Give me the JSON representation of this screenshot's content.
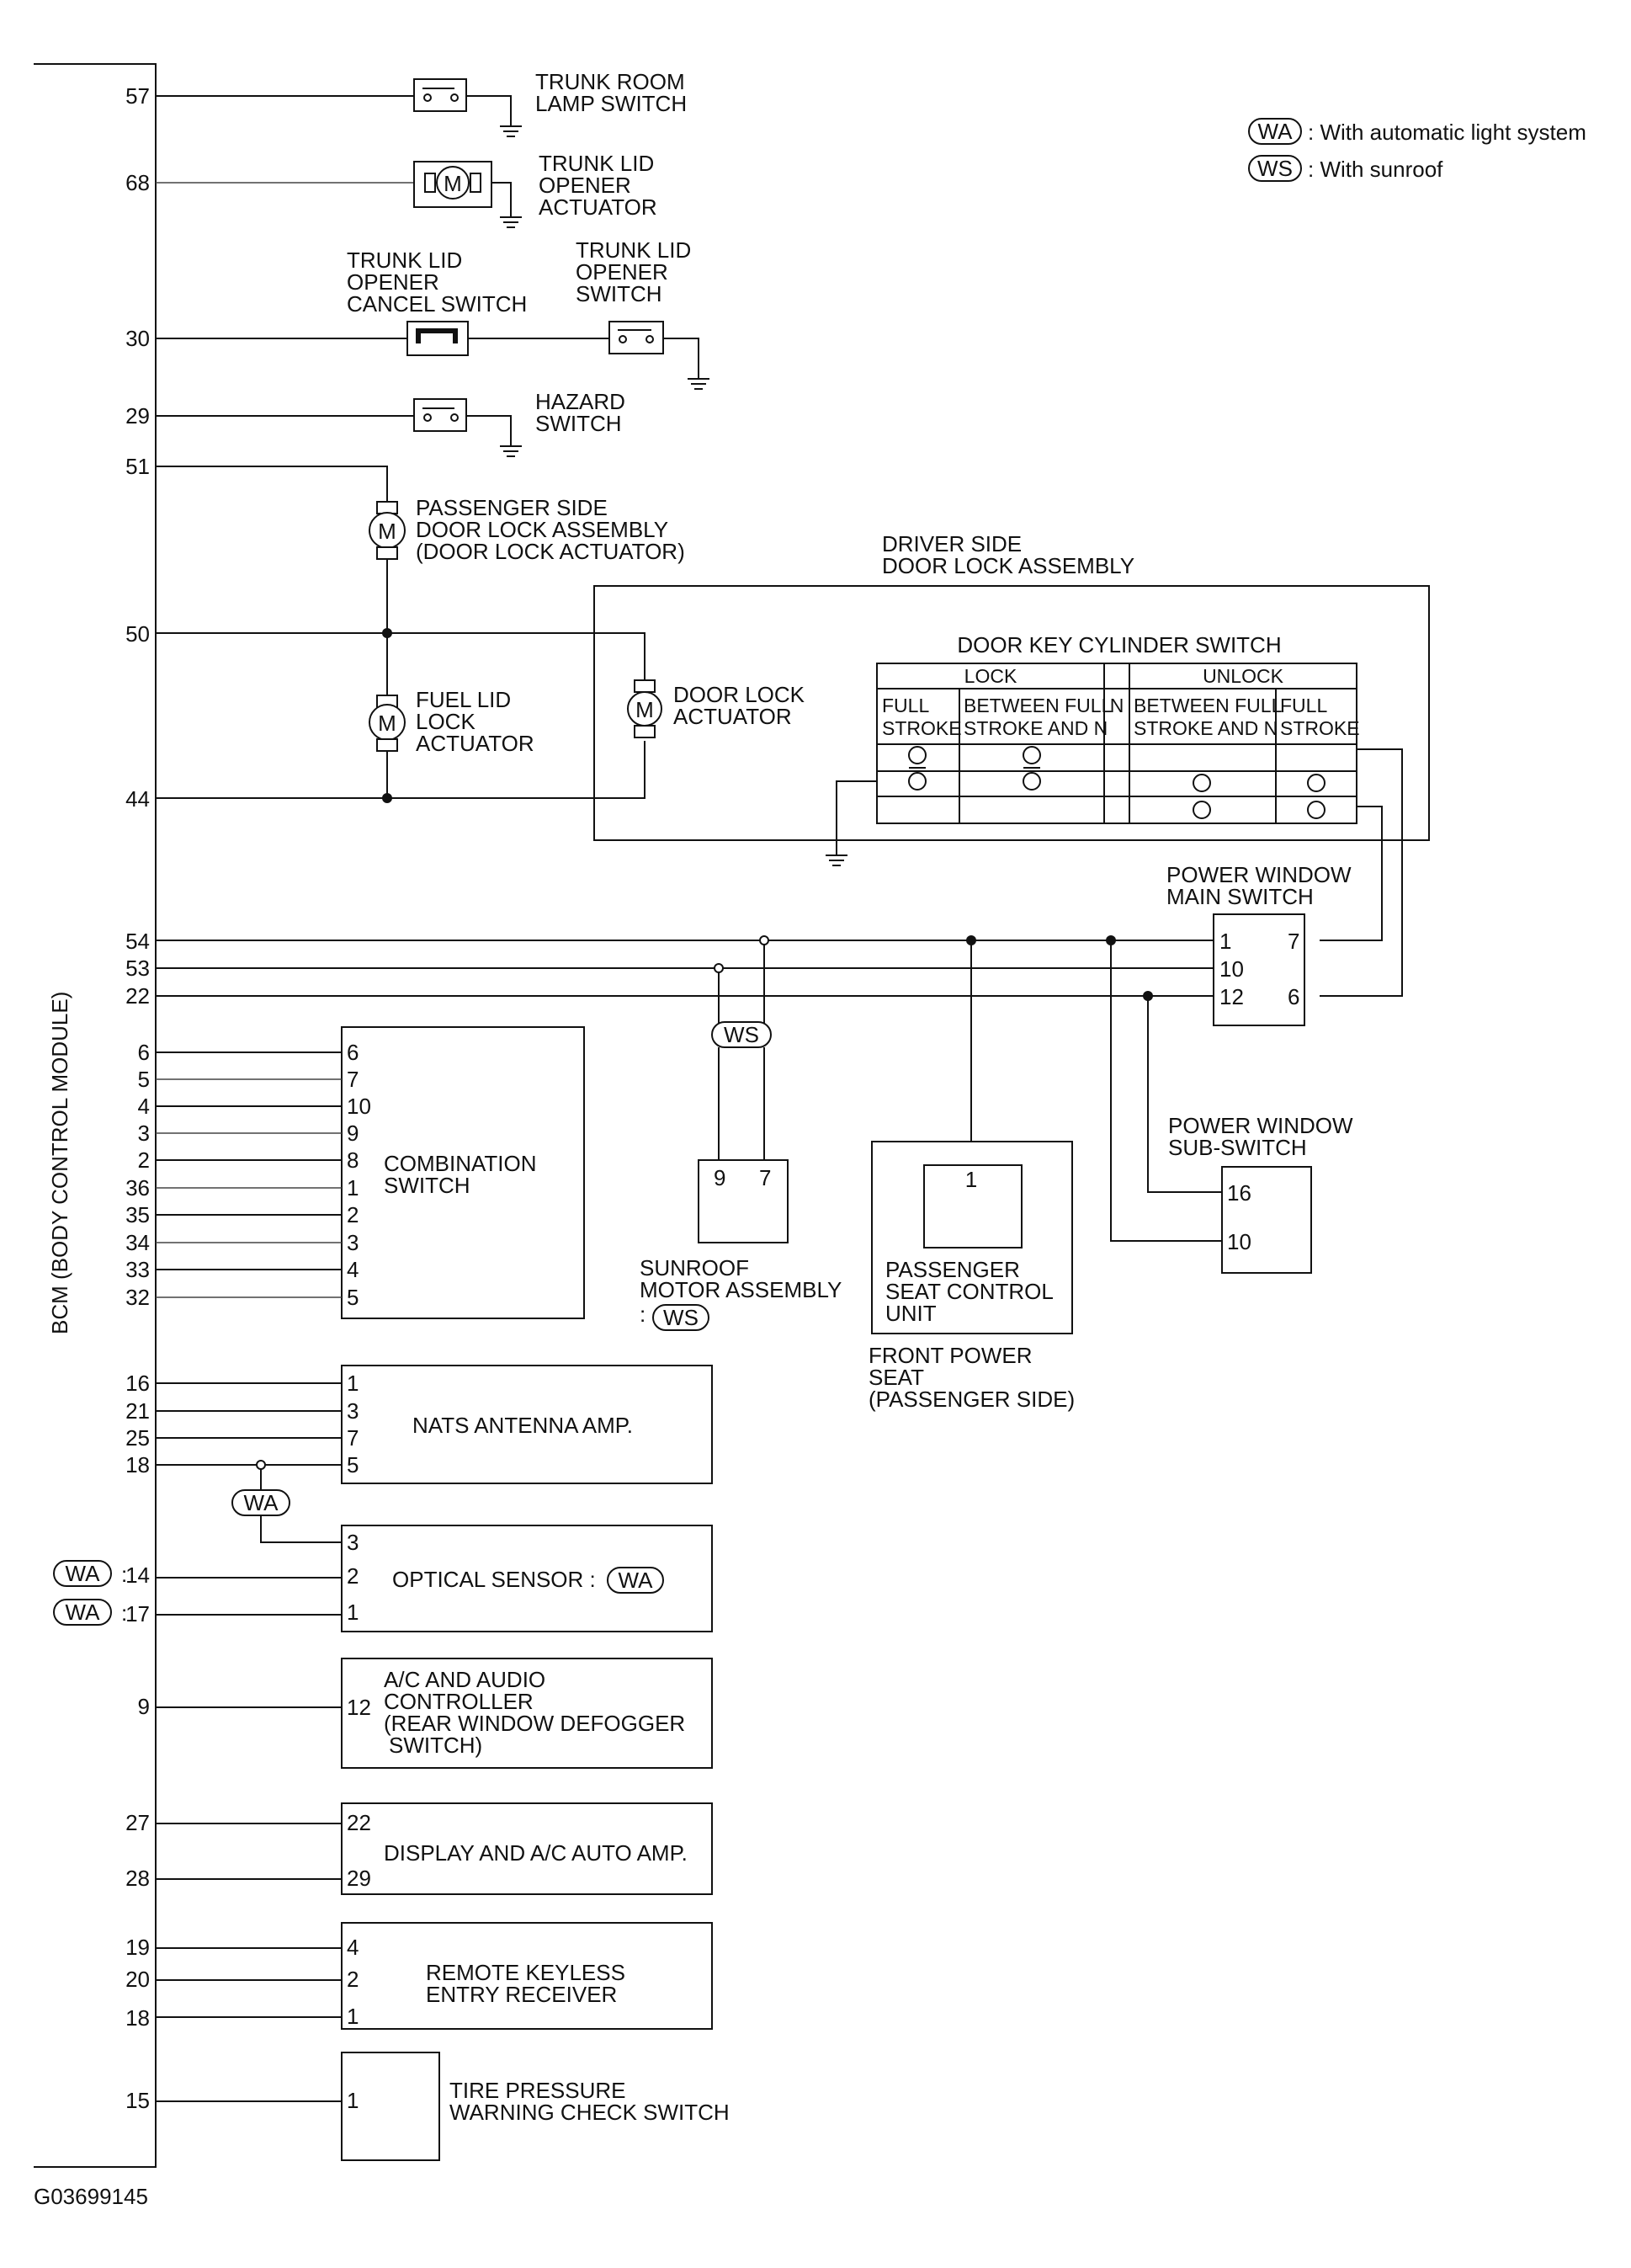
{
  "bcm_label": "BCM (BODY CONTROL MODULE)",
  "figure_code": "G03699145",
  "legend": [
    {
      "tag": "WA",
      "text": ": With automatic light system"
    },
    {
      "tag": "WS",
      "text": ": With sunroof"
    }
  ],
  "trunk_room_lamp_switch": {
    "pin": "57",
    "lines": [
      "TRUNK ROOM",
      "LAMP SWITCH"
    ]
  },
  "trunk_lid_opener_actuator": {
    "pin": "68",
    "lines": [
      "TRUNK LID",
      "OPENER",
      "ACTUATOR"
    ]
  },
  "trunk_lid_opener_cancel_switch": {
    "pin": "30",
    "lines": [
      "TRUNK LID",
      "OPENER",
      "CANCEL SWITCH"
    ]
  },
  "trunk_lid_opener_switch": {
    "lines": [
      "TRUNK LID",
      "OPENER",
      "SWITCH"
    ]
  },
  "hazard_switch": {
    "pin": "29",
    "lines": [
      "HAZARD",
      "SWITCH"
    ]
  },
  "passenger_door_lock": {
    "pin": "51",
    "lines": [
      "PASSENGER SIDE",
      "DOOR LOCK ASSEMBLY",
      "(DOOR LOCK ACTUATOR)"
    ]
  },
  "fuel_lid_lock_actuator": {
    "lines": [
      "FUEL LID",
      "LOCK",
      "ACTUATOR"
    ]
  },
  "pins_50_44": {
    "p50": "50",
    "p44": "44"
  },
  "driver_side_door_lock": {
    "lines": [
      "DRIVER SIDE",
      "DOOR LOCK ASSEMBLY"
    ],
    "actuator_lines": [
      "DOOR LOCK",
      "ACTUATOR"
    ],
    "key_switch_title": "DOOR KEY CYLINDER SWITCH",
    "lock": "LOCK",
    "unlock": "UNLOCK",
    "n": "N",
    "col_full_stroke": [
      "FULL",
      "STROKE"
    ],
    "col_between": [
      "BETWEEN FULL",
      "STROKE AND N"
    ]
  },
  "power_window_main_switch": {
    "lines": [
      "POWER WINDOW",
      "MAIN SWITCH"
    ],
    "bcm_pins": [
      "54",
      "53",
      "22"
    ],
    "left_pins": [
      "1",
      "10",
      "12"
    ],
    "right_pins": [
      "7",
      "6"
    ]
  },
  "sunroof_motor": {
    "lines": [
      "SUNROOF",
      "MOTOR ASSEMBLY"
    ],
    "prefix": ":",
    "tag": "WS",
    "pins": [
      "9",
      "7"
    ],
    "wire_tag": "WS"
  },
  "passenger_seat": {
    "unit_lines": [
      "PASSENGER",
      "SEAT CONTROL",
      "UNIT"
    ],
    "pin": "1",
    "lines": [
      "FRONT POWER",
      "SEAT",
      "(PASSENGER SIDE)"
    ]
  },
  "power_window_sub_switch": {
    "lines": [
      "POWER WINDOW",
      "SUB-SWITCH"
    ],
    "pins": [
      "16",
      "10"
    ]
  },
  "combination_switch": {
    "lines": [
      "COMBINATION",
      "SWITCH"
    ],
    "bcm_pins": [
      "6",
      "5",
      "4",
      "3",
      "2",
      "36",
      "35",
      "34",
      "33",
      "32"
    ],
    "pins": [
      "6",
      "7",
      "10",
      "9",
      "8",
      "1",
      "2",
      "3",
      "4",
      "5"
    ]
  },
  "nats": {
    "label": "NATS ANTENNA AMP.",
    "bcm_pins": [
      "16",
      "21",
      "25",
      "18"
    ],
    "pins": [
      "1",
      "3",
      "7",
      "5"
    ]
  },
  "optical_sensor": {
    "label": "OPTICAL SENSOR :",
    "tag": "WA",
    "wire_tag": "WA",
    "bcm_pins": [
      "14",
      "17"
    ],
    "bcm_tag": "WA",
    "pins": [
      "3",
      "2",
      "1"
    ]
  },
  "ac_audio": {
    "bcm_pin": "9",
    "pin": "12",
    "lines": [
      "A/C AND AUDIO",
      "CONTROLLER",
      "(REAR WINDOW DEFOGGER",
      "SWITCH)"
    ]
  },
  "display_ac": {
    "label": "DISPLAY AND A/C AUTO AMP.",
    "bcm_pins": [
      "27",
      "28"
    ],
    "pins": [
      "22",
      "29"
    ]
  },
  "rke": {
    "lines": [
      "REMOTE KEYLESS",
      "ENTRY RECEIVER"
    ],
    "bcm_pins": [
      "19",
      "20",
      "18"
    ],
    "pins": [
      "4",
      "2",
      "1"
    ]
  },
  "tire_pressure": {
    "bcm_pin": "15",
    "pin": "1",
    "lines": [
      "TIRE PRESSURE",
      "WARNING CHECK SWITCH"
    ]
  }
}
